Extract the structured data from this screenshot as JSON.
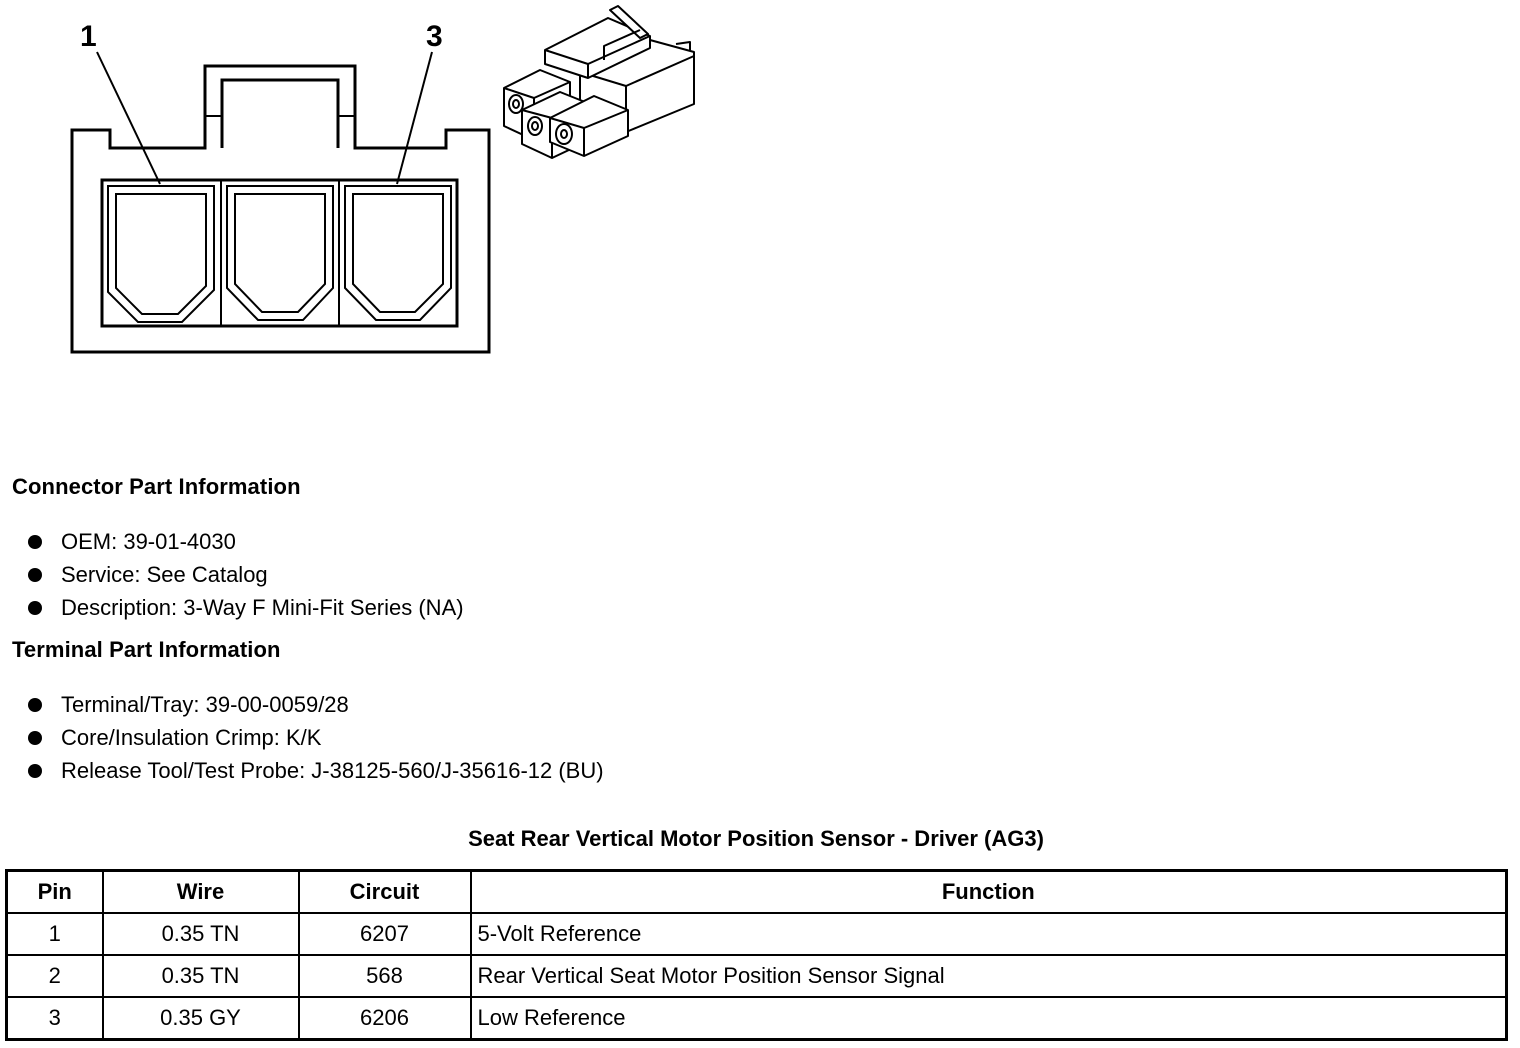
{
  "connector_diagram": {
    "callouts": [
      "1",
      "3"
    ]
  },
  "connector_info": {
    "heading": "Connector Part Information",
    "items": [
      "OEM: 39-01-4030",
      "Service: See Catalog",
      "Description: 3-Way F Mini-Fit Series (NA)"
    ]
  },
  "terminal_info": {
    "heading": "Terminal Part Information",
    "items": [
      "Terminal/Tray: 39-00-0059/28",
      "Core/Insulation Crimp: K/K",
      "Release Tool/Test Probe: J-38125-560/J-35616-12 (BU)"
    ]
  },
  "pin_table": {
    "title": "Seat Rear Vertical Motor Position Sensor - Driver (AG3)",
    "headers": [
      "Pin",
      "Wire",
      "Circuit",
      "Function"
    ],
    "rows": [
      [
        "1",
        "0.35 TN",
        "6207",
        "5-Volt Reference"
      ],
      [
        "2",
        "0.35 TN",
        "568",
        "Rear Vertical Seat Motor Position Sensor Signal"
      ],
      [
        "3",
        "0.35 GY",
        "6206",
        "Low Reference"
      ]
    ]
  }
}
